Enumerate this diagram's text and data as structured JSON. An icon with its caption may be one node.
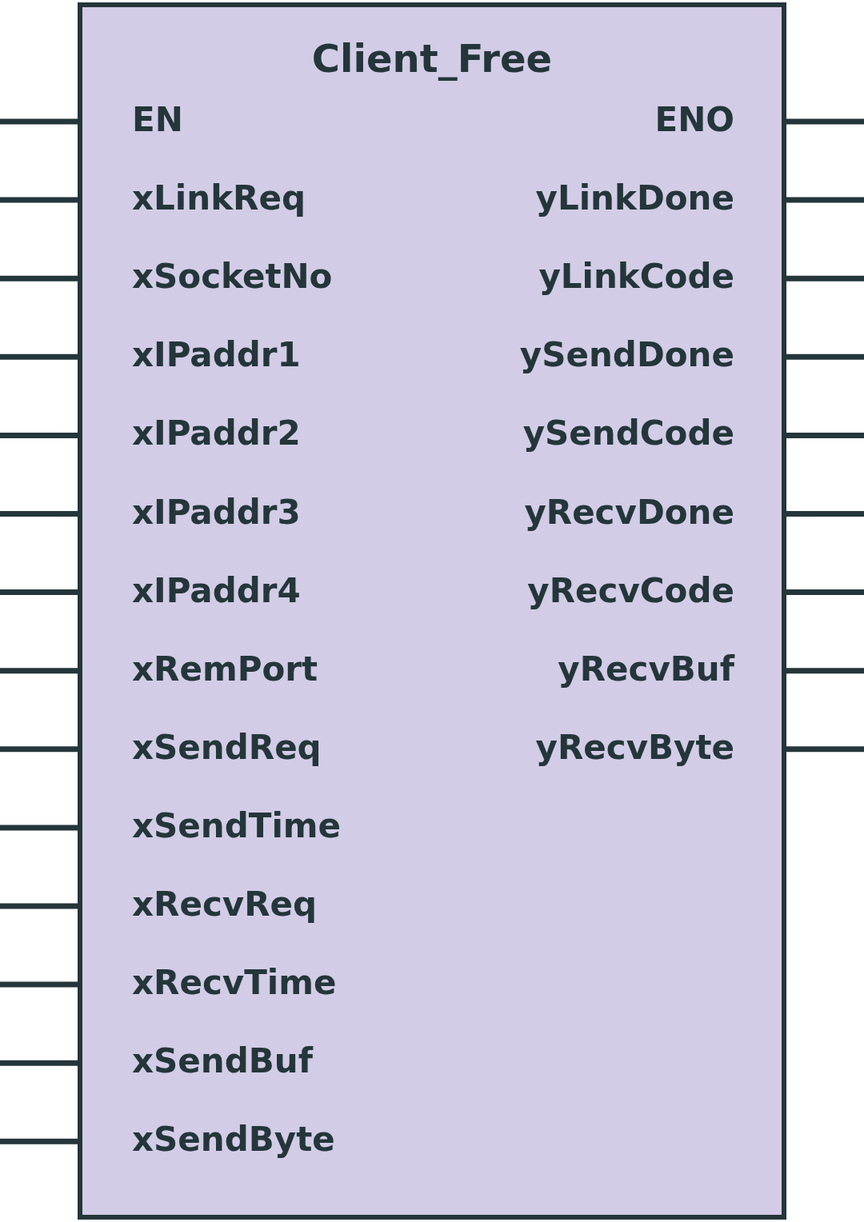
{
  "diagram": {
    "nodes": [
      {
        "text": [
          "Client_Free"
        ]
      }
    ],
    "labels": [
      "EN",
      "ENO",
      "xLinkReq",
      "yLinkDone",
      "xSocketNo",
      "yLinkCode",
      "xIPaddr1",
      "ySendDone",
      "xIPaddr2",
      "ySendCode",
      "xIPaddr3",
      "yRecvDone",
      "xIPaddr4",
      "yRecvCode",
      "xRemPort",
      "yRecvBuf",
      "xSendReq",
      "yRecvByte",
      "xSendTime",
      "xRecvReq",
      "xRecvTime",
      "xSendBuf",
      "xSendByte"
    ]
  }
}
